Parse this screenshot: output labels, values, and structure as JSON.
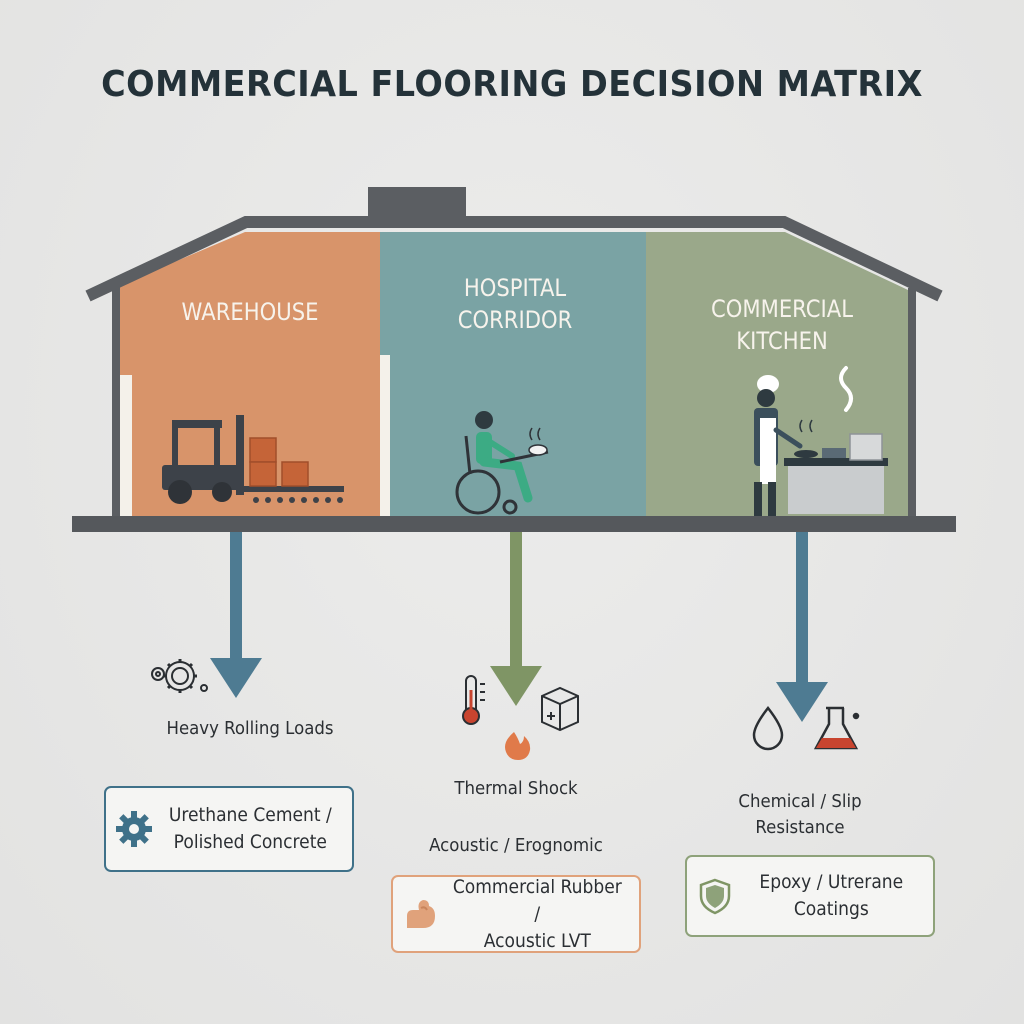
{
  "title": "COMMERCIAL FLOORING DECISION MATRIX",
  "colors": {
    "warehouse": "#d8946a",
    "hospital": "#7aa3a4",
    "kitchen": "#9aa88a",
    "structure": "#5b5e62",
    "arrow_blue": "#4e7b92",
    "arrow_green": "#7f9565",
    "card_blue": "#3f7189",
    "card_orange": "#e0a27b",
    "card_green": "#8ea27a"
  },
  "zones": [
    {
      "name": "WAREHOUSE"
    },
    {
      "name": "HOSPITAL",
      "name2": "CORRIDOR"
    },
    {
      "name": "COMMERCIAL",
      "name2": "KITCHEN"
    }
  ],
  "conditions": {
    "warehouse": "Heavy Rolling Loads",
    "hospital_thermal": "Thermal Shock",
    "hospital_acoustic": "Acoustic / Erognomic",
    "kitchen_line1": "Chemical / Slip",
    "kitchen_line2": "Resistance"
  },
  "solutions": [
    {
      "line1": "Urethane Cement /",
      "line2": "Polished Concrete",
      "icon": "gear-icon"
    },
    {
      "line1": "Commercial Rubber /",
      "line2": "Acoustic LVT",
      "icon": "flexed-arm-icon"
    },
    {
      "line1": "Epoxy / Utrerane",
      "line2": "Coatings",
      "icon": "shield-icon"
    }
  ]
}
